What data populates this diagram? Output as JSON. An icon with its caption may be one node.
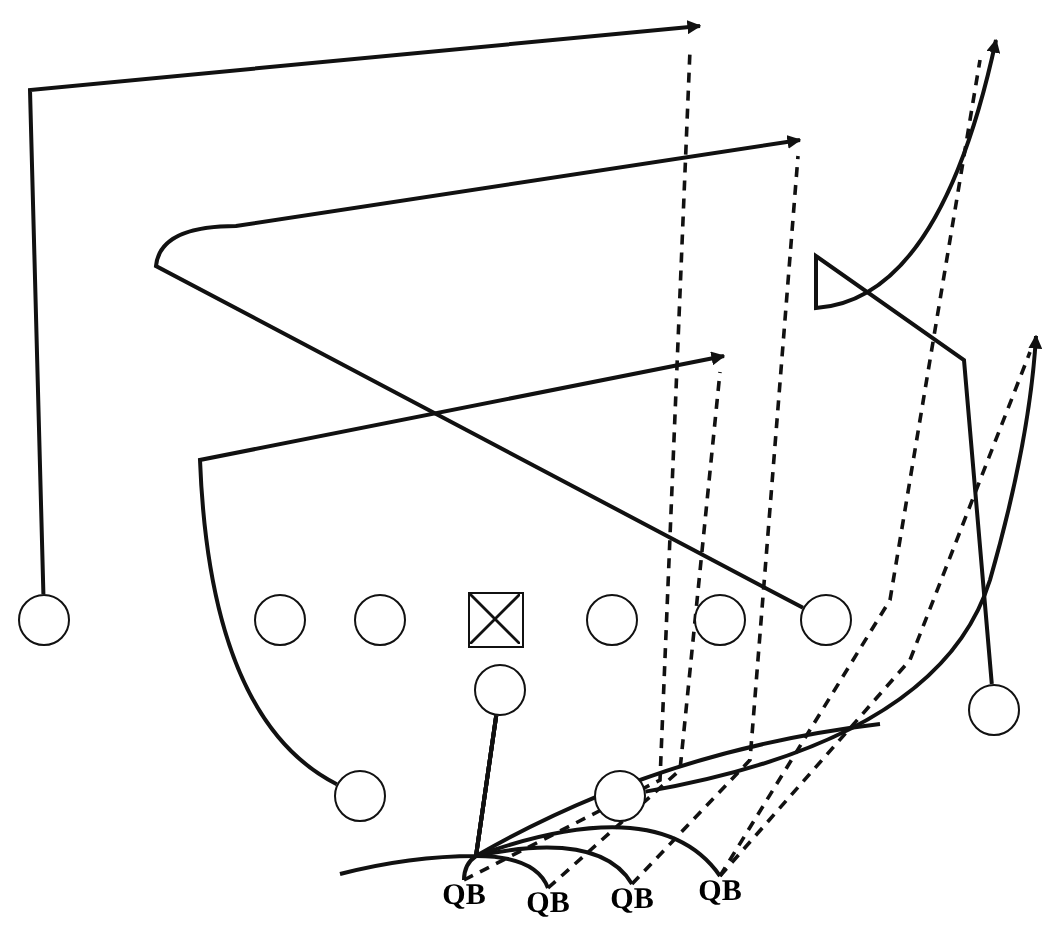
{
  "diagram": {
    "nodes": [
      {
        "text": [],
        "shape": "circle"
      },
      {
        "text": [],
        "shape": "circle"
      },
      {
        "text": [],
        "shape": "circle"
      },
      {
        "text": [],
        "shape": "box"
      },
      {
        "text": [],
        "shape": "circle"
      },
      {
        "text": [],
        "shape": "circle"
      },
      {
        "text": [],
        "shape": "circle"
      },
      {
        "text": [],
        "shape": "circle"
      },
      {
        "text": [],
        "shape": "circle"
      },
      {
        "text": [],
        "shape": "circle"
      },
      {
        "text": [],
        "shape": "circle"
      },
      {
        "text": [
          "QB"
        ]
      },
      {
        "text": [
          "QB"
        ]
      },
      {
        "text": [
          "QB"
        ]
      },
      {
        "text": [
          "QB"
        ]
      }
    ],
    "edges": [
      {
        "from": 0,
        "to": null,
        "arrow": "to"
      },
      {
        "from": 6,
        "to": null,
        "arrow": "to"
      },
      {
        "from": 9,
        "to": null,
        "arrow": "to"
      },
      {
        "from": 8,
        "to": null,
        "arrow": "to"
      },
      {
        "from": 10,
        "to": null,
        "arrow": "to"
      },
      {
        "from": 7,
        "to": 11,
        "arrow": "none"
      },
      {
        "from": 7,
        "to": 12,
        "arrow": "none"
      },
      {
        "from": 7,
        "to": 13,
        "arrow": "none"
      },
      {
        "from": 7,
        "to": 14,
        "arrow": "none"
      },
      {
        "from": 11,
        "to": null,
        "arrow": "none",
        "style": "dashed"
      },
      {
        "from": 12,
        "to": null,
        "arrow": "none",
        "style": "dashed"
      },
      {
        "from": 13,
        "to": null,
        "arrow": "none",
        "style": "dashed"
      },
      {
        "from": 14,
        "to": null,
        "arrow": "none",
        "style": "dashed"
      },
      {
        "from": 14,
        "to": null,
        "arrow": "none",
        "style": "dashed"
      }
    ]
  }
}
